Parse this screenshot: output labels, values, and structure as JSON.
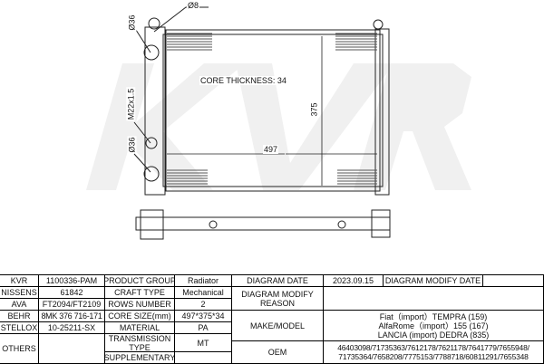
{
  "drawing": {
    "watermark": "KVR",
    "core_thickness": "CORE THICKNESS: 34",
    "width_dim": "497",
    "height_dim": "375",
    "pipe_top": "Ø36",
    "pipe_bottom": "Ø36",
    "thread": "M22x1.5",
    "hole": "Ø8"
  },
  "table": {
    "kvr_label": "KVR",
    "kvr": "1100336-PAM",
    "nissens_label": "NISSENS",
    "nissens": "61842",
    "ava_label": "AVA",
    "ava": "FT2094/FT2109",
    "behr_label": "BEHR",
    "behr": "8MK 376 716-171",
    "stellox_label": "STELLOX",
    "stellox": "10-25211-SX",
    "others_label": "OTHERS",
    "others": "",
    "product_group_label": "PRODUCT GROUP",
    "product_group": "Radiator",
    "craft_type_label": "CRAFT TYPE",
    "craft_type": "Mechanical",
    "rows_number_label": "ROWS NUMBER",
    "rows_number": "2",
    "core_size_label": "CORE SIZE(mm)",
    "core_size": "497*375*34",
    "material_label": "MATERIAL",
    "material": "PA",
    "transmission_label": "TRANSMISSION TYPE",
    "transmission": "MT",
    "supplementary_label": "SUPPLEMENTARY",
    "supplementary": "",
    "diagram_date_label": "DIAGRAM DATE",
    "diagram_date": "2023.09.15",
    "modify_date_label": "DIAGRAM MODIFY DATE",
    "modify_date": "",
    "modify_reason_label": "DIAGRAM MODIFY REASON",
    "modify_reason": "",
    "make_model_label": "MAKE/MODEL",
    "make_model": [
      "Fiat（import）TEMPRA (159)",
      "AlfaRome（import）155 (167)",
      "LANCIA (import) DEDRA (835)"
    ],
    "oem_label": "OEM",
    "oem": [
      "46403098/71735363/7612178/7621178/7641779/7655948/",
      "71735364/7658208/7775153/7788718/60811291/7655348"
    ]
  }
}
